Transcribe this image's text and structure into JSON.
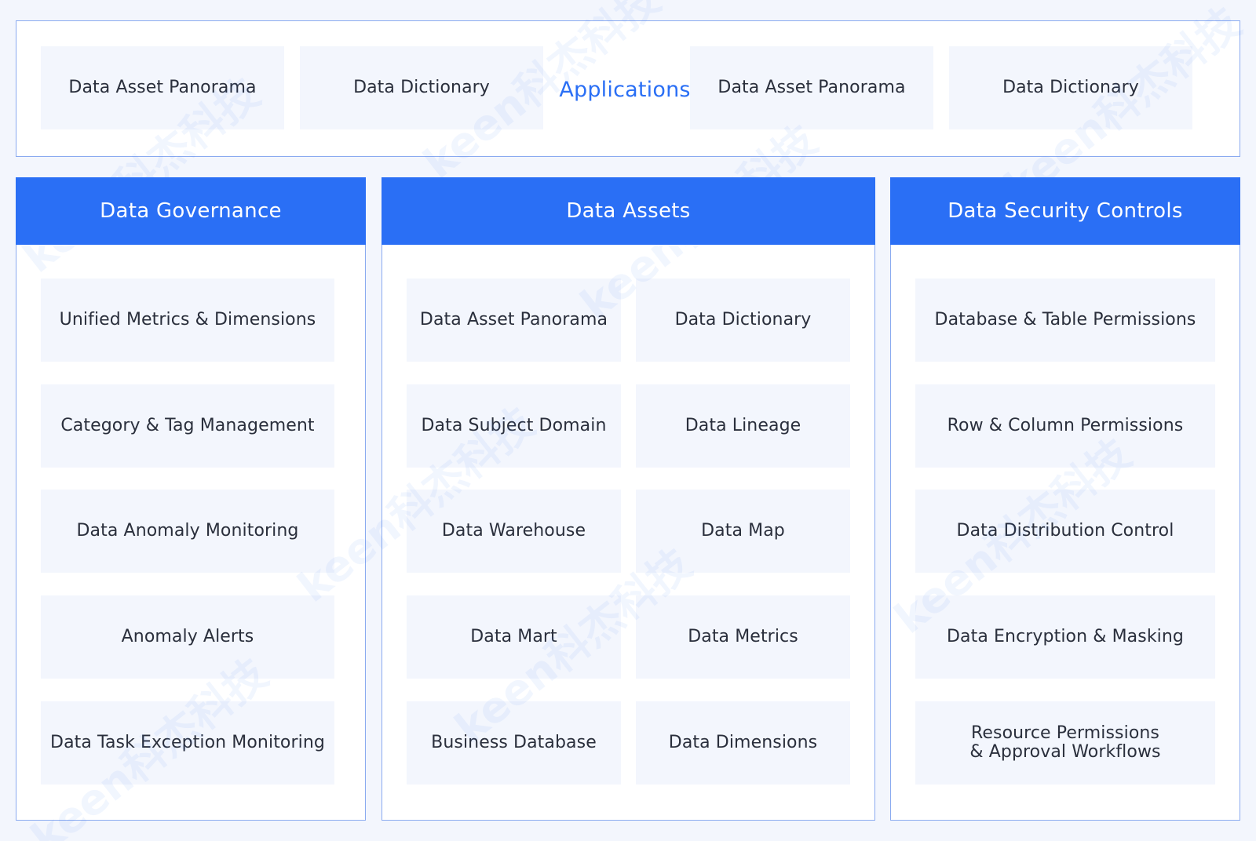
{
  "applications": {
    "title": "Applications",
    "left_items": [
      "Data Asset Panorama",
      "Data Dictionary"
    ],
    "right_items": [
      "Data Asset Panorama",
      "Data Dictionary"
    ]
  },
  "governance": {
    "title": "Data Governance",
    "items": [
      "Unified Metrics & Dimensions",
      "Category & Tag Management",
      "Data Anomaly Monitoring",
      "Anomaly Alerts",
      "Data Task Exception Monitoring"
    ]
  },
  "assets": {
    "title": "Data Assets",
    "left_items": [
      "Data Asset Panorama",
      "Data Subject Domain",
      "Data Warehouse",
      "Data Mart",
      "Business Database"
    ],
    "right_items": [
      "Data Dictionary",
      "Data Lineage",
      "Data Map",
      "Data Metrics",
      "Data Dimensions"
    ]
  },
  "security": {
    "title": "Data Security Controls",
    "items": [
      "Database & Table Permissions",
      "Row & Column Permissions",
      "Data Distribution Control",
      "Data Encryption & Masking",
      "Resource Permissions\n& Approval Workflows"
    ]
  },
  "watermark": "keen科杰科技",
  "colors": {
    "accent": "#2a6ff5",
    "border": "#8aaaf0",
    "tile": "#f3f6fd"
  }
}
